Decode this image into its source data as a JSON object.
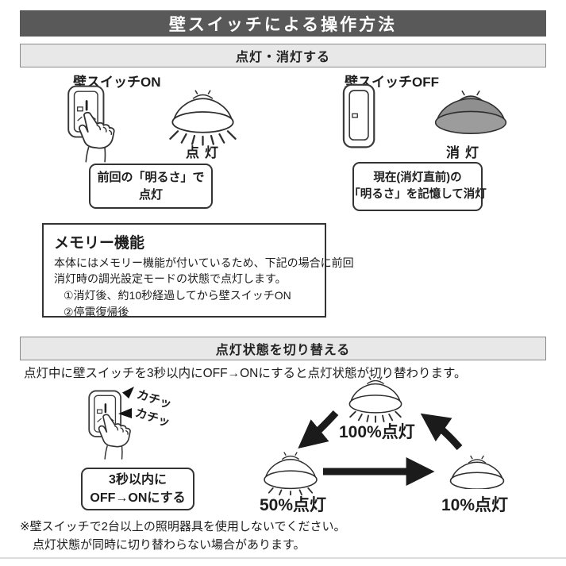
{
  "banner": {
    "title": "壁スイッチによる操作方法"
  },
  "colors": {
    "banner_bg": "#595959",
    "section_header_bg": "#e8e8e8",
    "light_off_fill": "#9c9c9c",
    "ink": "#1d1d1d"
  },
  "section1": {
    "header": "点灯・消灯する",
    "switch_on_label": "壁スイッチON",
    "switch_off_label": "壁スイッチOFF",
    "light_on_caption": "点灯",
    "light_off_caption": "消灯",
    "on_note_line1": "前回の「明るさ」で",
    "on_note_line2": "点灯",
    "off_note_line1": "現在(消灯直前)の",
    "off_note_line2": "「明るさ」を記憶して消灯"
  },
  "memory": {
    "title": "メモリー機能",
    "body_line1": "本体にはメモリー機能が付いているため、下記の場合に前回",
    "body_line2": "消灯時の調光設定モードの状態で点灯します。",
    "item1": "①消灯後、約10秒経過してから壁スイッチON",
    "item2": "②停電復帰後"
  },
  "section2": {
    "header": "点灯状態を切り替える",
    "description": "点灯中に壁スイッチを3秒以内にOFF→ONにすると点灯状態が切り替わります。",
    "click1": "カチッ",
    "click2": "カチッ",
    "note_line1": "3秒以内に",
    "note_line2": "OFF→ONにする",
    "state_100": "100%点灯",
    "state_50": "50%点灯",
    "state_10": "10%点灯"
  },
  "footnote": {
    "line1": "※壁スイッチで2台以上の照明器具を使用しないでください。",
    "line2": "点灯状態が同時に切り替わらない場合があります。"
  }
}
